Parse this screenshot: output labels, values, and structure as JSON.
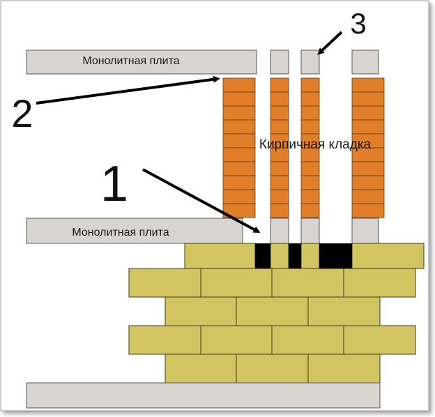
{
  "labels": {
    "slab_top": "Монолитная плита",
    "slab_mid": "Монолитная плита",
    "masonry": "Кирпичная кладка"
  },
  "callouts": {
    "one": "1",
    "two": "2",
    "three": "3"
  },
  "colors": {
    "slab": "#d8d4cf",
    "orange_brick": "#e07e2a",
    "foundation_brick": "#d2c460",
    "void": "#000000",
    "outline": "#444444"
  }
}
